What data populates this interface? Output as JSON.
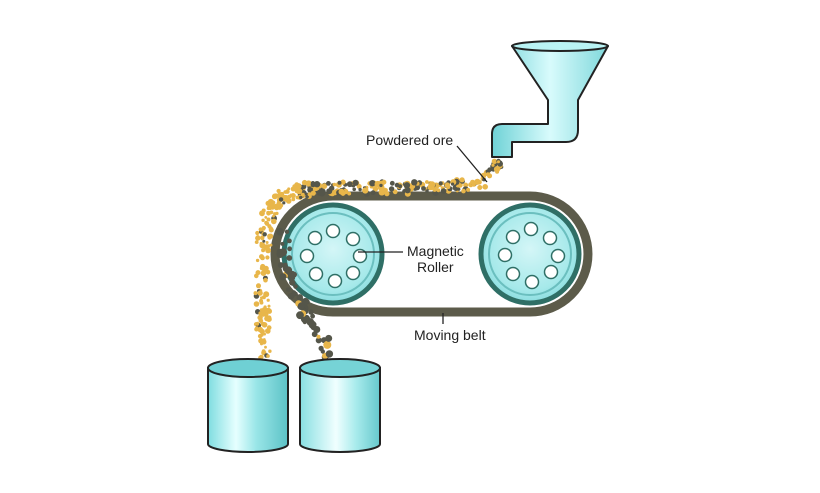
{
  "labels": {
    "powdered_ore": "Powdered ore",
    "magnetic_roller_line1": "Magnetic",
    "magnetic_roller_line2": "Roller",
    "moving_belt": "Moving belt"
  },
  "colors": {
    "equipment_fill": "#8fe3e6",
    "equipment_light": "#d9fbfb",
    "equipment_dark": "#46a9ad",
    "belt": "#5c5b4a",
    "roller_ring": "#2f6f66",
    "roller_hole": "#ffffff",
    "ore_nonmagnetic": "#e8b64a",
    "ore_magnetic": "#55564a",
    "outline": "#222222"
  }
}
